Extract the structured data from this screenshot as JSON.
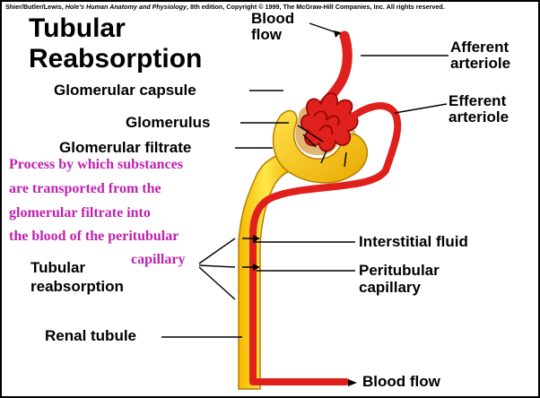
{
  "copyright": {
    "prefix": "Shier/Butler/Lewis,",
    "book": "Hole's Human Anatomy and Physiology",
    "suffix": ", 8th edition, Copyright © 1999, The McGraw-Hill Companies, Inc.  All rights reserved."
  },
  "title": {
    "line1": "Tubular",
    "line2": "Reabsorption"
  },
  "labels": {
    "blood_flow_top_1": "Blood",
    "blood_flow_top_2": "flow",
    "afferent_1": "Afferent",
    "afferent_2": "arteriole",
    "efferent_1": "Efferent",
    "efferent_2": "arteriole",
    "glomerular_capsule": "Glomerular capsule",
    "glomerulus": "Glomerulus",
    "glomerular_filtrate": "Glomerular filtrate",
    "interstitial_fluid": "Interstitial fluid",
    "peritubular_1": "Peritubular",
    "peritubular_2": "capillary",
    "tubular_reabsorption_1": "Tubular",
    "tubular_reabsorption_2": "reabsorption",
    "renal_tubule": "Renal tubule",
    "blood_flow_bottom": "Blood flow"
  },
  "definition": {
    "line1": "Process by which substances",
    "line2": "are transported from the",
    "line3": "glomerular filtrate into",
    "line4": "the blood of the peritubular",
    "line5": "capillary"
  },
  "colors": {
    "blood_vessel": "#e0201c",
    "tubule": "#ffd21a",
    "overlay_text": "#c020b0"
  }
}
